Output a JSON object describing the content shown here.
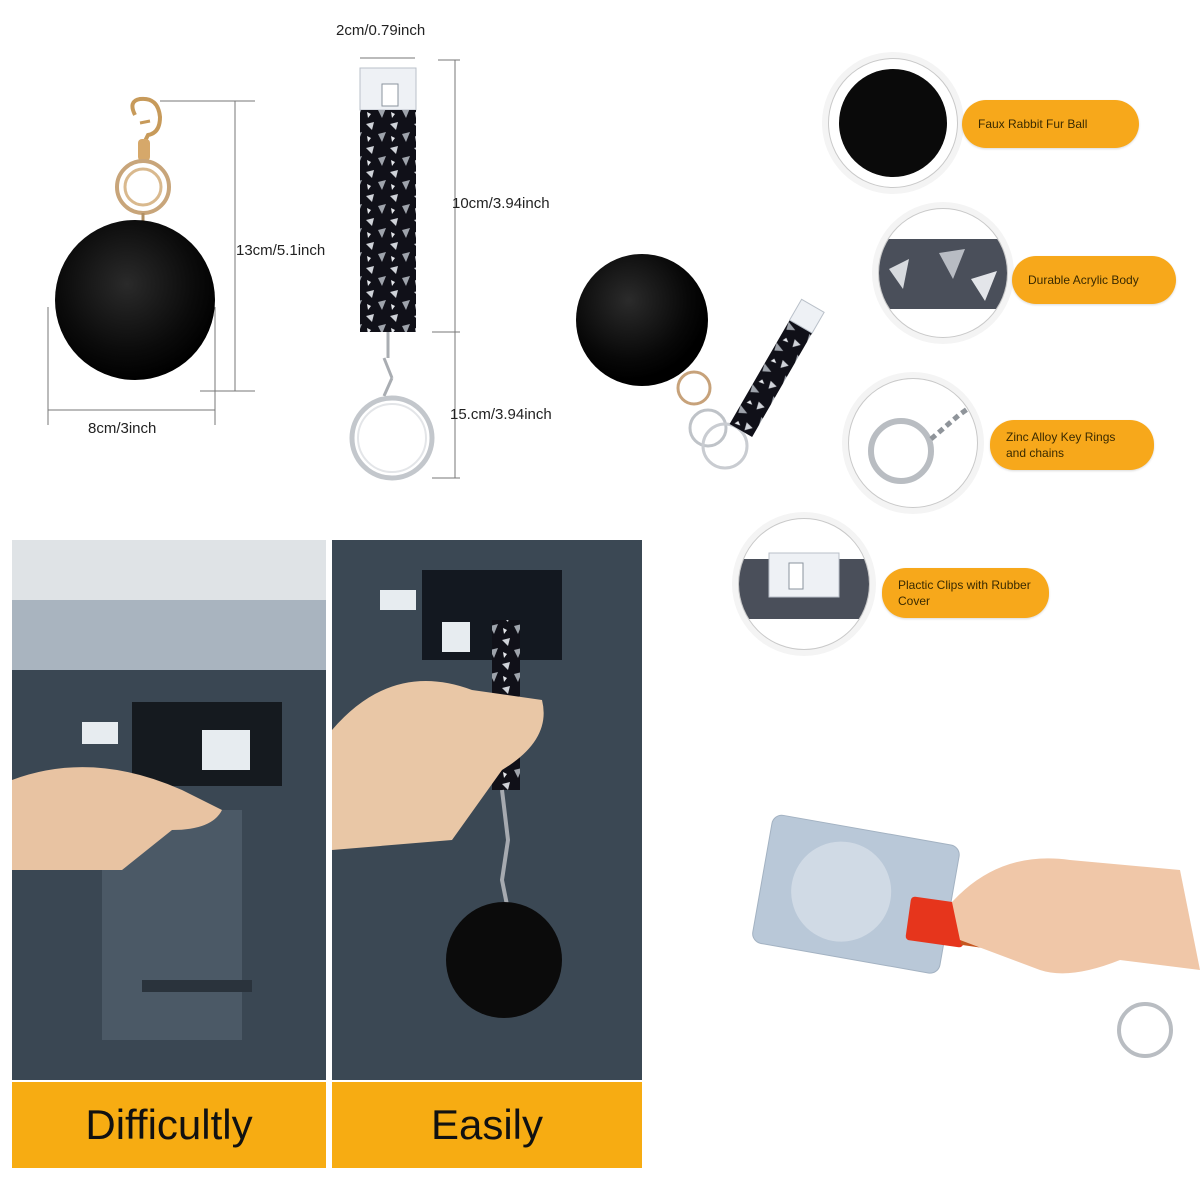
{
  "dimensions": {
    "pom_height": "13cm/5.1inch",
    "pom_width": "8cm/3inch",
    "grabber_width": "2cm/0.79inch",
    "grabber_body": "10cm/3.94inch",
    "grabber_total": "15.cm/3.94inch"
  },
  "features": [
    {
      "label": "Faux Rabbit Fur Ball"
    },
    {
      "label": "Durable Acrylic Body"
    },
    {
      "label": "Zinc Alloy Key Rings and chains"
    },
    {
      "label": "Plactic Clips with Rubber Cover"
    }
  ],
  "comparison": {
    "left_label": "Difficultly",
    "right_label": "Easily"
  },
  "colors": {
    "accent": "#f7a81b",
    "banner": "#f7ac12",
    "fur": "#0d0d0d",
    "atm": "#3d4a56"
  }
}
